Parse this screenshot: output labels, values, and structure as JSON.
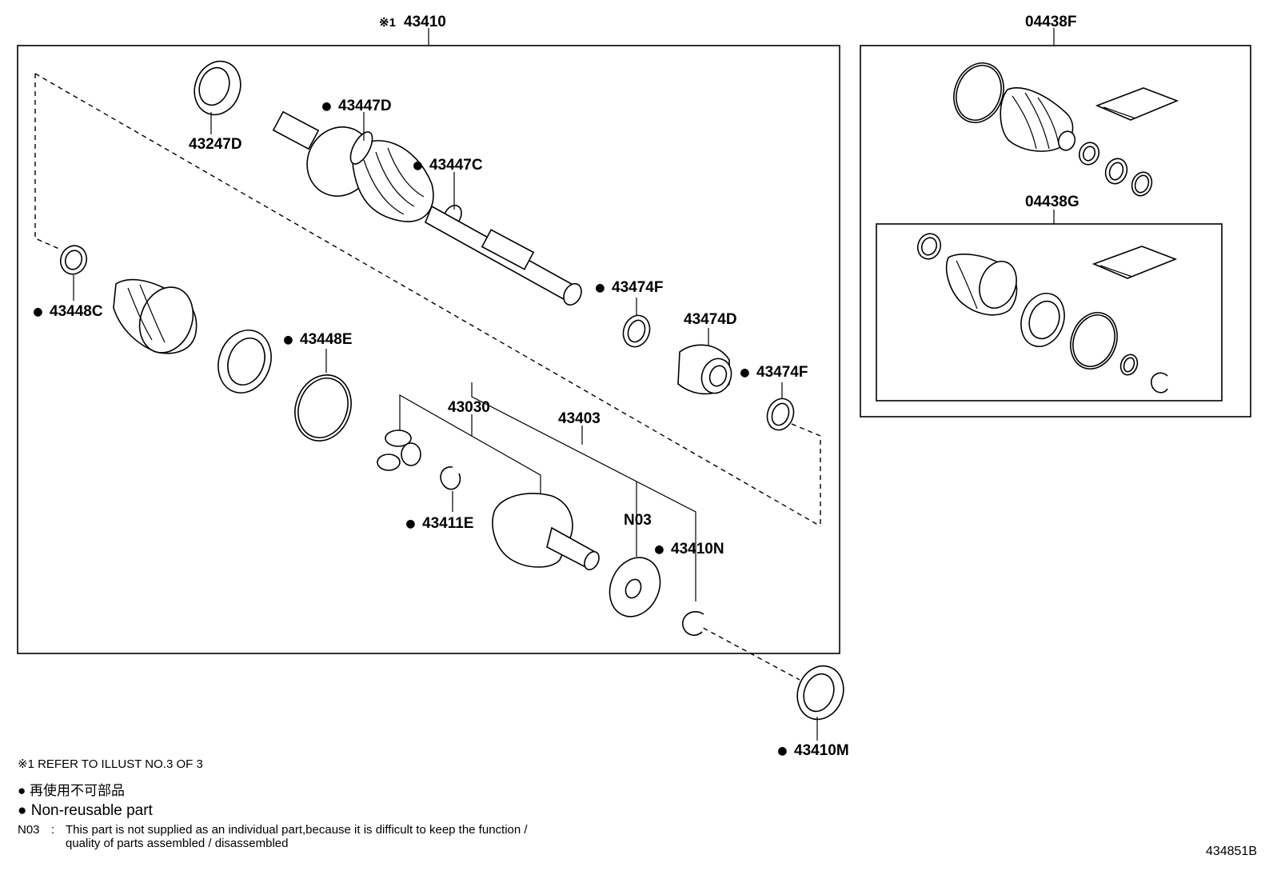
{
  "labels": {
    "ref_mark": "※1",
    "p43410": "43410",
    "p04438F": "04438F",
    "p04438G": "04438G",
    "p43247D": "43247D",
    "p43447D": "43447D",
    "p43447C": "43447C",
    "p43474F_a": "43474F",
    "p43474D": "43474D",
    "p43474F_b": "43474F",
    "p43448C": "43448C",
    "p43448E": "43448E",
    "p43030": "43030",
    "p43403": "43403",
    "p43411E": "43411E",
    "pN03": "N03",
    "p43410N": "43410N",
    "p43410M": "43410M"
  },
  "notes": {
    "ref": "※1 REFER TO ILLUST NO.3 OF 3",
    "nonreusable_jp": "● 再使用不可部品",
    "nonreusable_en": "● Non-reusable part",
    "n03_code": "N03",
    "n03_sep": ":",
    "n03_line1": "This part is not supplied as an individual part,because it is difficult to keep the function /",
    "n03_line2": "quality of parts assembled / disassembled"
  },
  "illustration_code": "434851B"
}
